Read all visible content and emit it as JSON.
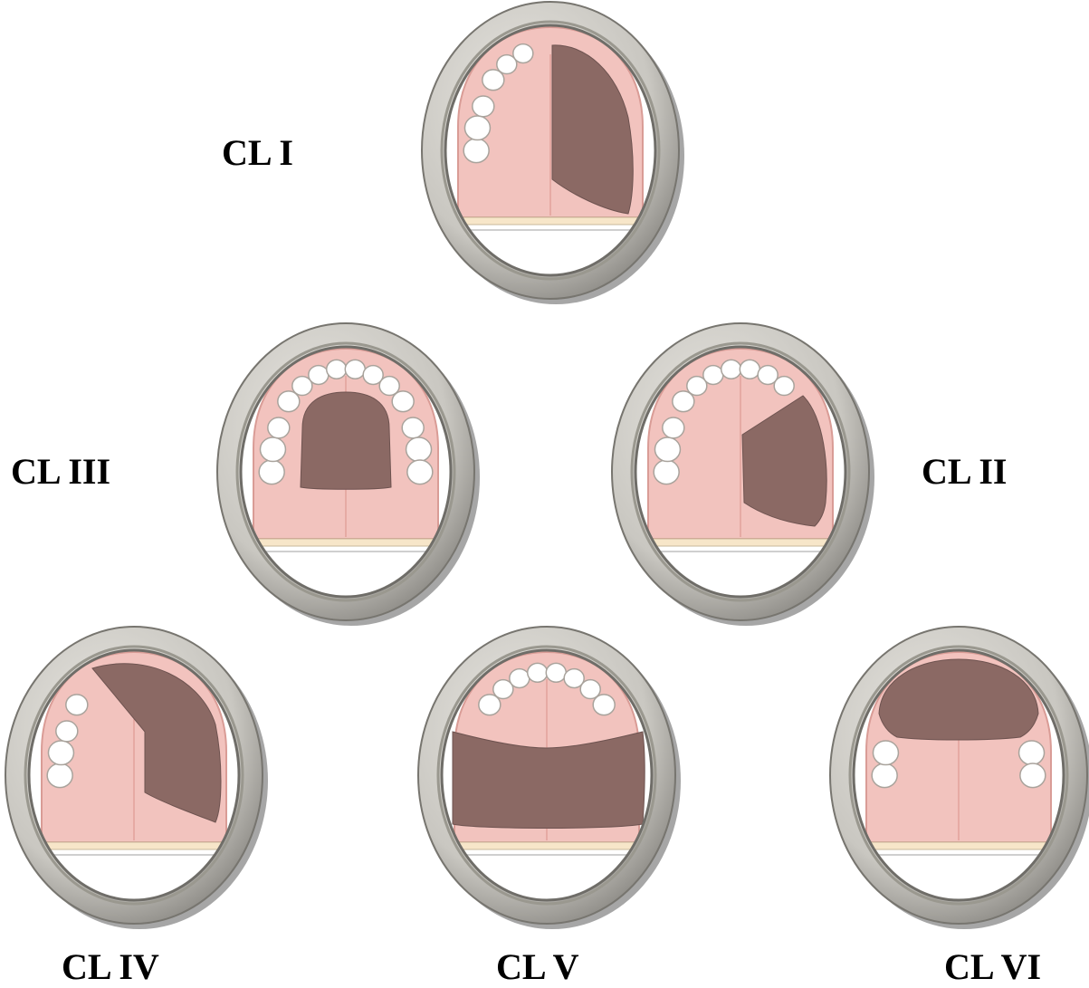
{
  "labels": {
    "cl1": "CL I",
    "cl2": "CL II",
    "cl3": "CL III",
    "cl4": "CL IV",
    "cl5": "CL V",
    "cl6": "CL VI"
  },
  "colors": {
    "frame": "#c9c7c1",
    "gum": "#f2c3be",
    "defect": "#8b6964",
    "tooth": "#ffffff",
    "base": "#ffffff"
  }
}
